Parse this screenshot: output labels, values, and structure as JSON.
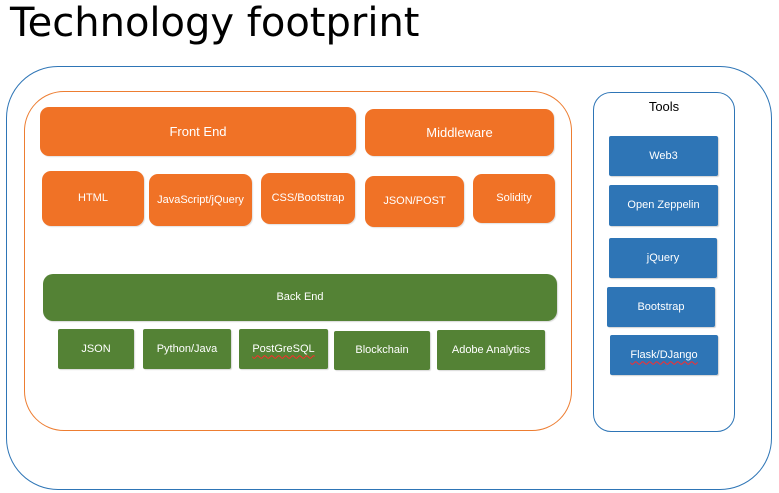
{
  "title": "Technology footprint",
  "front_end": {
    "label": "Front End",
    "items": [
      "HTML",
      "JavaScript/jQuery",
      "CSS/Bootstrap"
    ]
  },
  "middleware": {
    "label": "Middleware",
    "items": [
      "JSON/POST",
      "Solidity"
    ]
  },
  "back_end": {
    "label": "Back End",
    "items": [
      "JSON",
      "Python/Java",
      "PostGreSQL",
      "Blockchain",
      "Adobe Analytics"
    ]
  },
  "tools": {
    "label": "Tools",
    "items": [
      "Web3",
      "Open Zeppelin",
      "jQuery",
      "Bootstrap",
      "Flask/DJango"
    ]
  },
  "colors": {
    "orange": "#f07226",
    "green": "#548235",
    "blue": "#2e75b6",
    "outer_border": "#2e75b6",
    "inner_border": "#ed7d31"
  }
}
